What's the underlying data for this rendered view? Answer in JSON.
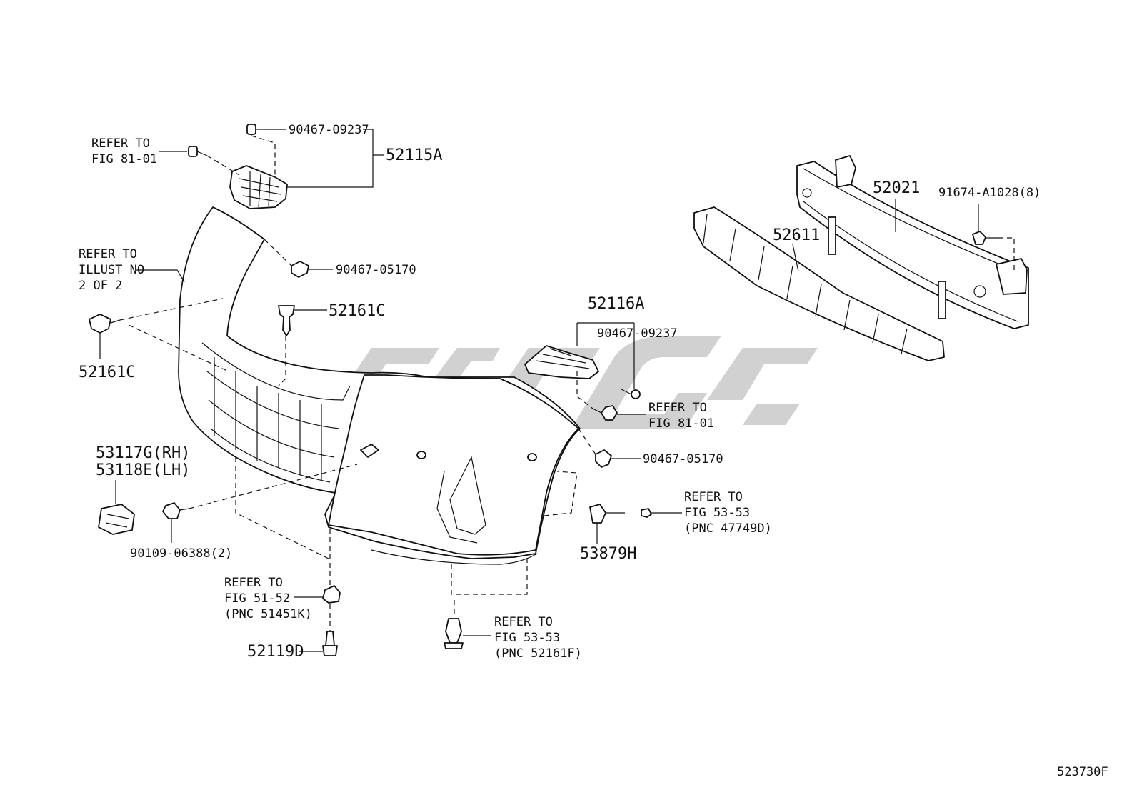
{
  "diagram": {
    "figure_code": "523730F",
    "labels": {
      "refer_fig_81_01_top": [
        "REFER TO",
        "FIG 81-01"
      ],
      "p90467_09237_top": "90467-09237",
      "p52115A": "52115A",
      "refer_illust": [
        "REFER TO",
        "ILLUST NO",
        "2 OF 2"
      ],
      "p90467_05170_top": "90467-05170",
      "p52161C_center": "52161C",
      "p52161C_left": "52161C",
      "p52116A": "52116A",
      "p90467_09237_right": "90467-09237",
      "refer_fig_81_01_right": [
        "REFER TO",
        "FIG 81-01"
      ],
      "p90467_05170_right": "90467-05170",
      "p52021": "52021",
      "p91674": "91674-A1028(8)",
      "p52611": "52611",
      "p53117G": "53117G(RH)",
      "p53118E": "53118E(LH)",
      "p90109": "90109-06388(2)",
      "refer_fig_53_53_right": [
        "REFER TO",
        "FIG 53-53",
        "(PNC 47749D)"
      ],
      "p53879H": "53879H",
      "refer_fig_51_52": [
        "REFER TO",
        "FIG 51-52",
        "(PNC 51451K)"
      ],
      "p52119D": "52119D",
      "refer_fig_53_53_bottom": [
        "REFER TO",
        "FIG 53-53",
        "(PNC 52161F)"
      ]
    }
  }
}
